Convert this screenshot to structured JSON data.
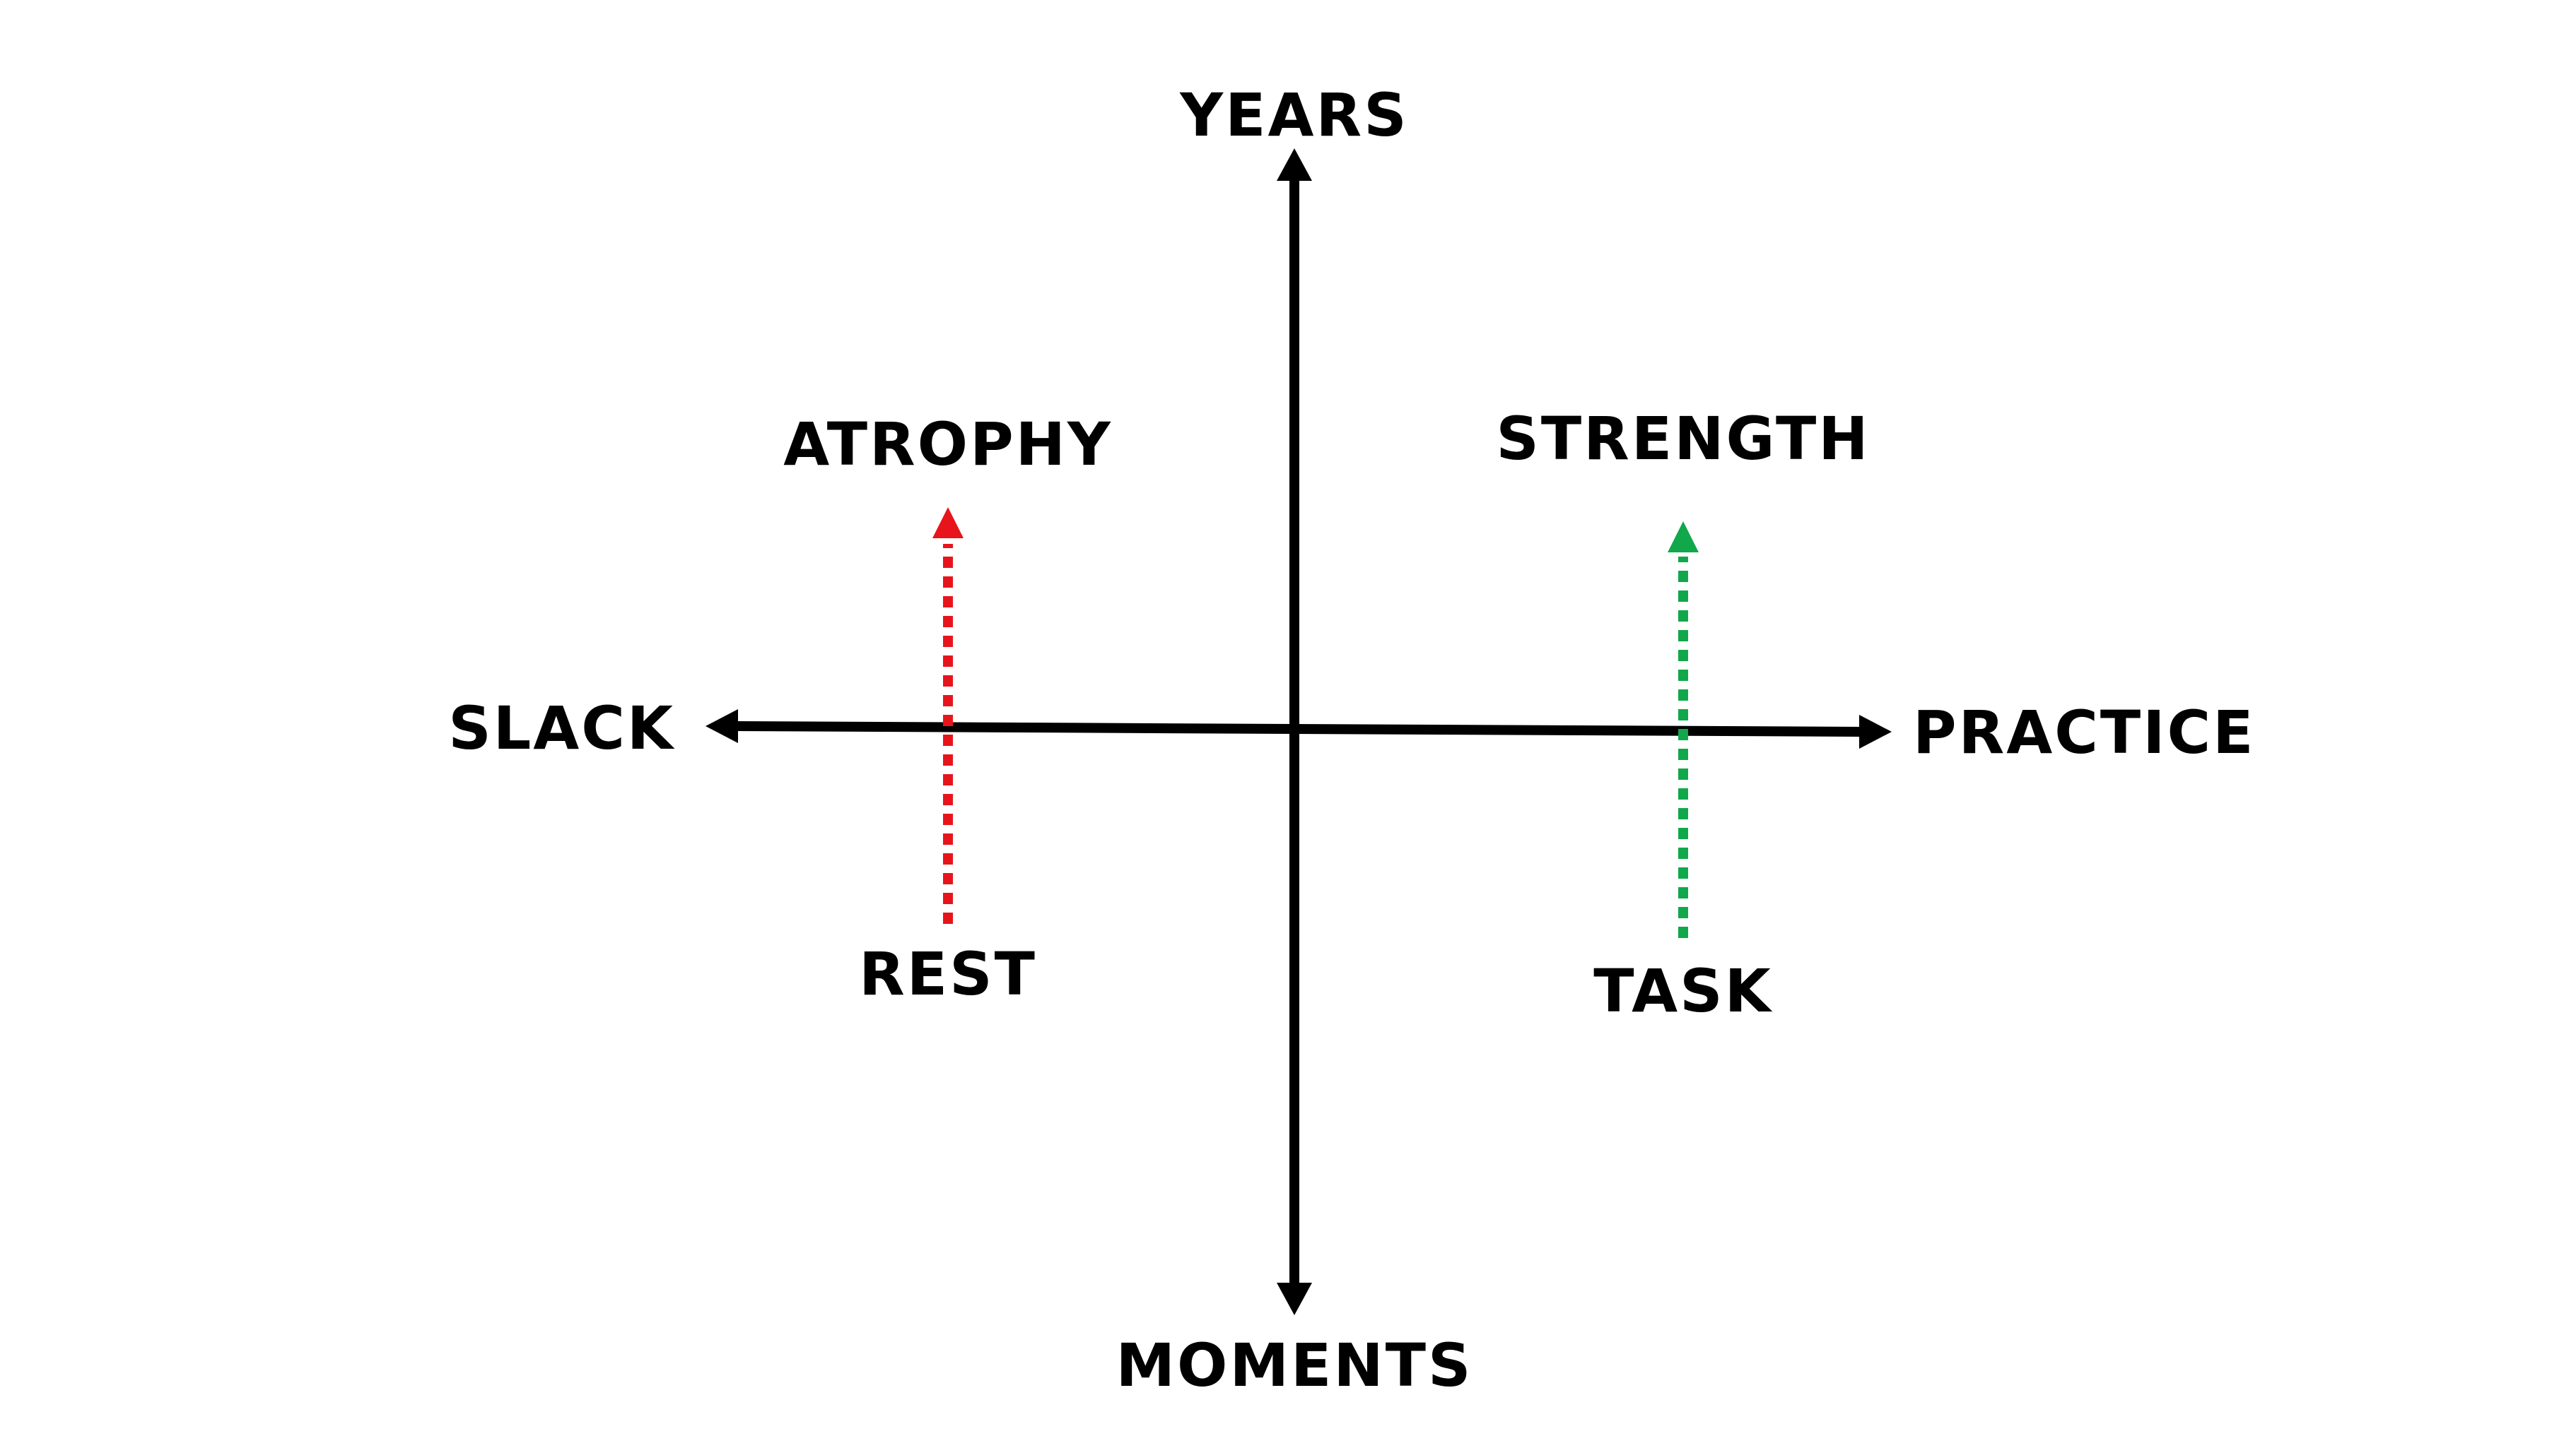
{
  "axes": {
    "vertical_top": "YEARS",
    "vertical_bottom": "MOMENTS",
    "horizontal_left": "SLACK",
    "horizontal_right": "PRACTICE"
  },
  "arrows": {
    "left": {
      "start_label": "REST",
      "end_label": "ATROPHY",
      "color": "#e8141b"
    },
    "right": {
      "start_label": "TASK",
      "end_label": "STRENGTH",
      "color": "#10a84a"
    }
  },
  "colors": {
    "axis": "#000000",
    "text": "#000000",
    "background": "#ffffff"
  }
}
